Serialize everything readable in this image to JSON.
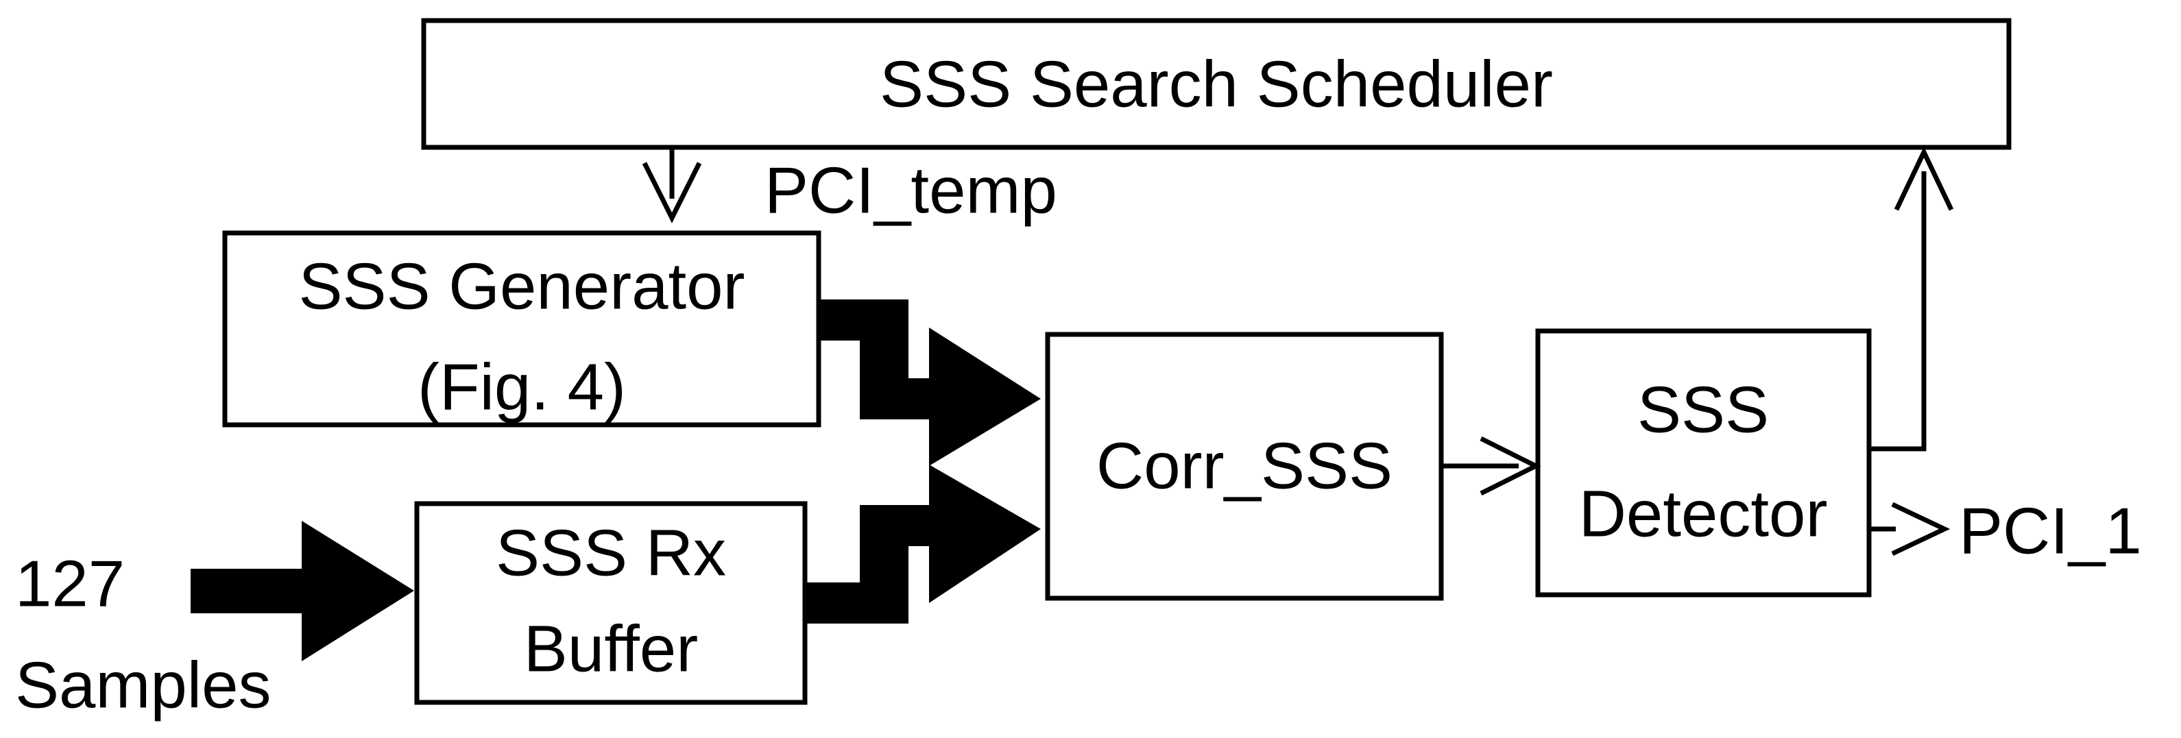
{
  "blocks": {
    "scheduler": "SSS Search Scheduler",
    "generator": [
      "SSS Generator",
      "(Fig. 4)"
    ],
    "rx_buffer": [
      "SSS Rx",
      "Buffer"
    ],
    "corr": "Corr_SSS",
    "detector": [
      "SSS",
      "Detector"
    ]
  },
  "signals": {
    "pci_temp": "PCI_temp",
    "input": [
      "127",
      "Samples"
    ],
    "output": "PCI_1"
  }
}
